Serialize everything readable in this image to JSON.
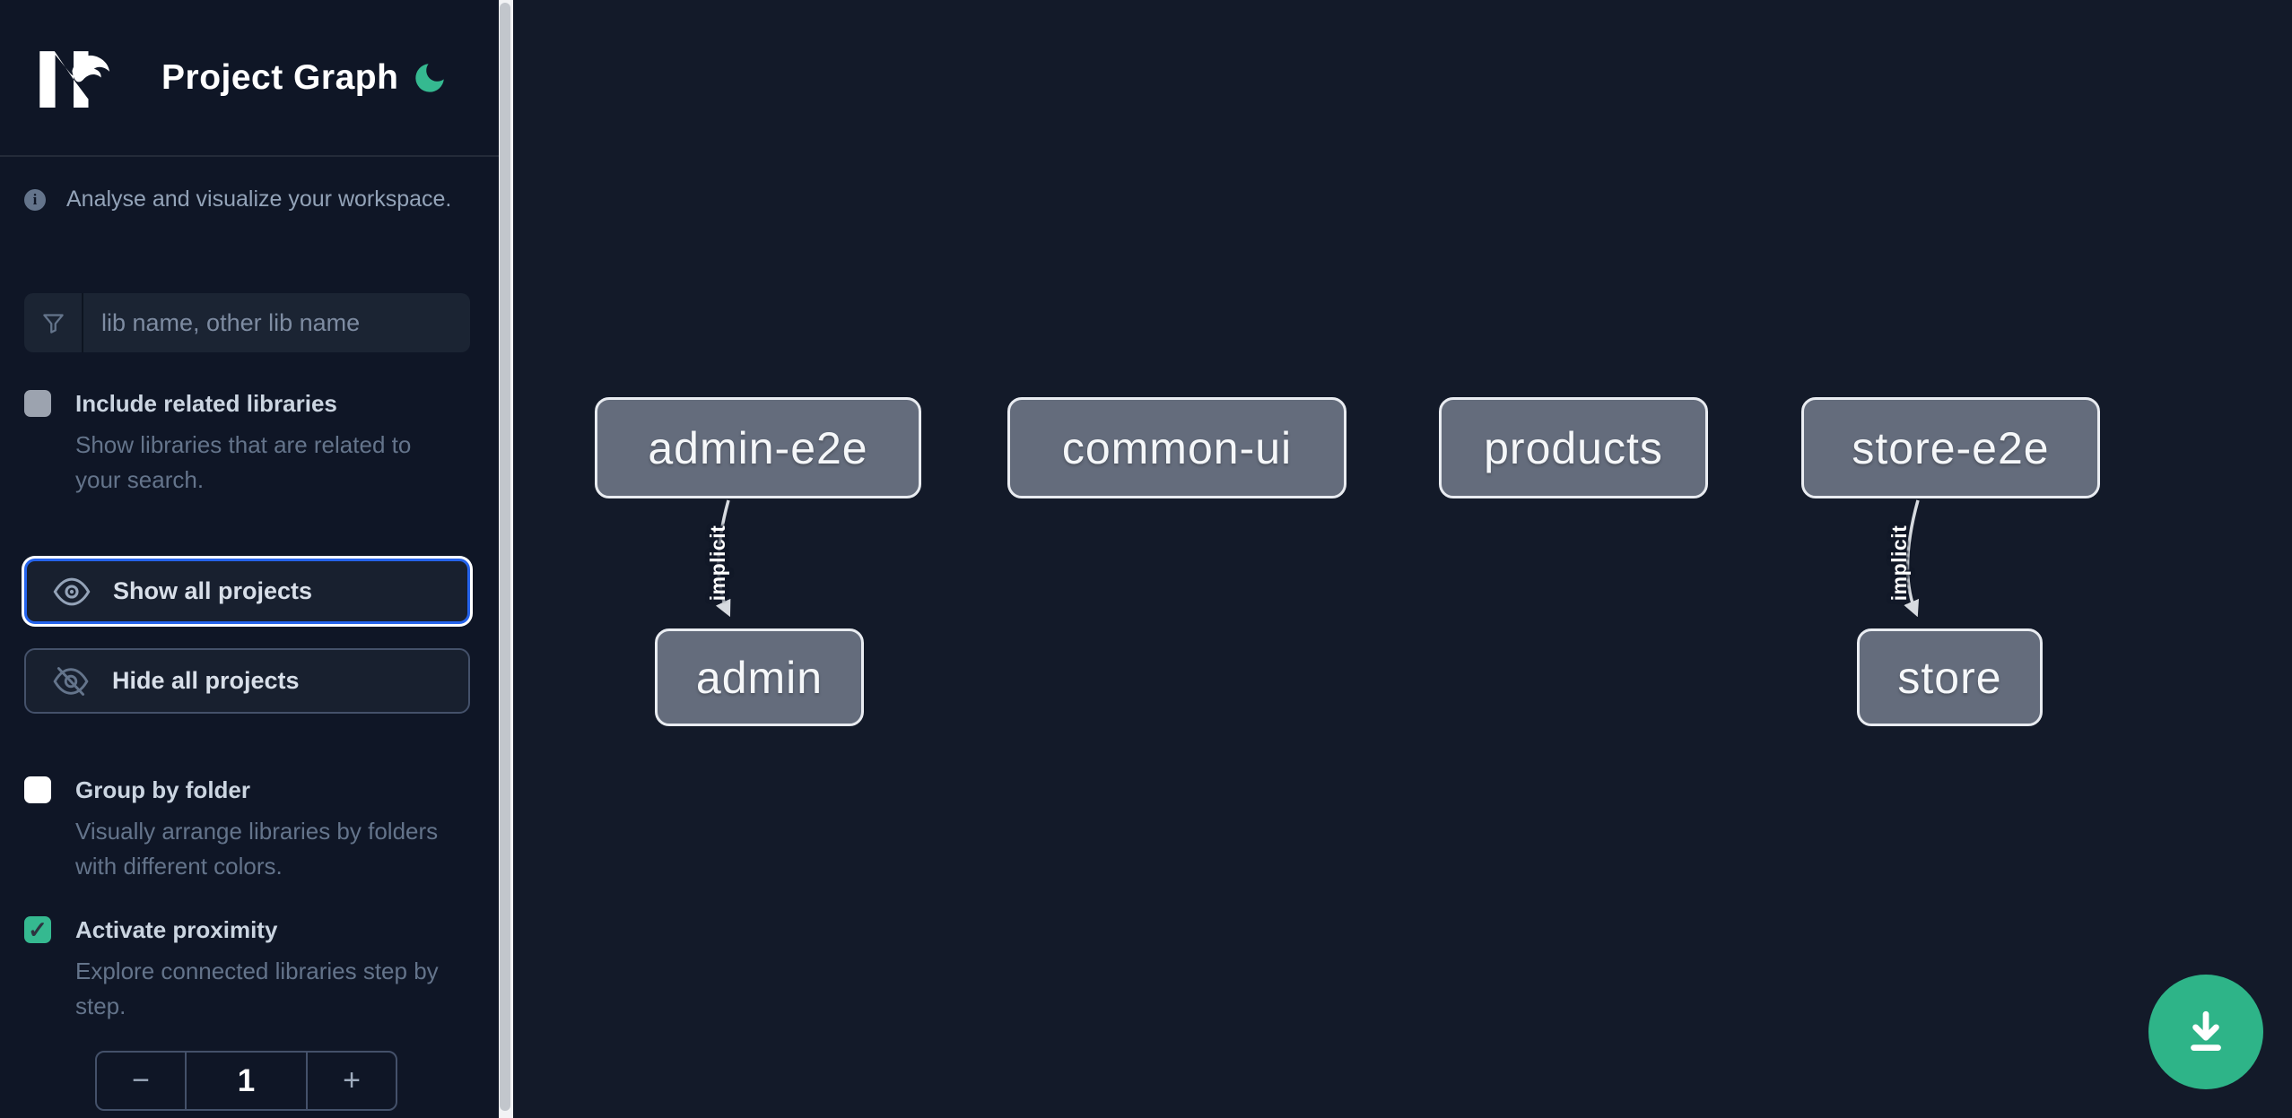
{
  "header": {
    "title": "Project Graph",
    "logo": "nx-logo",
    "theme_icon": "moon-icon"
  },
  "icons": {
    "info": "info-circle-icon (ℹ)",
    "filter": "funnel-icon",
    "show_all": "eye-icon",
    "hide_all": "eye-slash-icon",
    "download": "download-tray-icon (↓)"
  },
  "sidebar": {
    "info_text": "Analyse and visualize your workspace.",
    "search": {
      "placeholder": "lib name, other lib name",
      "value": ""
    },
    "options": [
      {
        "label": "Include related libraries",
        "description": "Show libraries that are related to your search.",
        "checked": false
      },
      {
        "label": "Group by folder",
        "description": "Visually arrange libraries by folders with different colors.",
        "checked": false
      },
      {
        "label": "Activate proximity",
        "description": "Explore connected libraries step by step.",
        "checked": true
      }
    ],
    "check_glyph": "✓",
    "buttons": {
      "show_all": "Show all projects",
      "hide_all": "Hide all projects"
    },
    "stepper": {
      "decrement": "−",
      "value": "1",
      "increment": "+"
    }
  },
  "graph": {
    "nodes": [
      {
        "label": "admin-e2e"
      },
      {
        "label": "common-ui"
      },
      {
        "label": "products"
      },
      {
        "label": "store-e2e"
      },
      {
        "label": "admin"
      },
      {
        "label": "store"
      }
    ],
    "edges": [
      {
        "from": "admin-e2e",
        "to": "admin",
        "label": "implicit"
      },
      {
        "from": "store-e2e",
        "to": "store",
        "label": "implicit"
      }
    ]
  },
  "colors": {
    "accent_green": "#35b990",
    "fab_green": "#2eb488",
    "focus_ring_blue": "#2563eb",
    "node_fill": "#646c7c",
    "node_border": "#e9ecf1",
    "sidebar_bg": "#0f1626",
    "canvas_bg": "#131a29"
  }
}
